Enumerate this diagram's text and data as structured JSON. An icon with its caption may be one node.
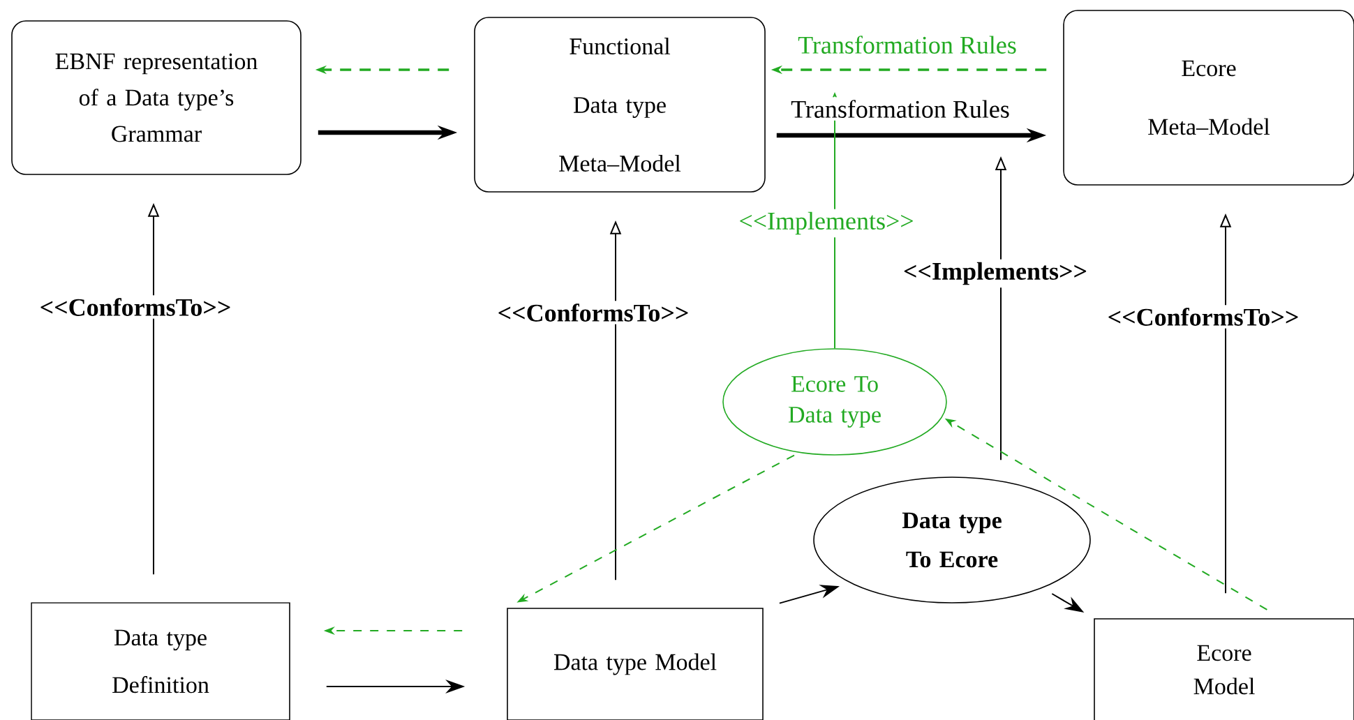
{
  "diagram": {
    "nodes": [
      {
        "text": [
          "EBNF representation of a Data type’s Grammar"
        ]
      },
      {
        "text": [
          "Functional Data type Meta–Model"
        ]
      },
      {
        "text": [
          "Ecore Meta–Model"
        ]
      },
      {
        "text": [
          "Ecore To Data type"
        ]
      },
      {
        "text": [
          "Data type To Ecore"
        ]
      },
      {
        "text": [
          "Data type Definition"
        ]
      },
      {
        "text": [
          "Data type Model"
        ]
      },
      {
        "text": [
          "Ecore Model"
        ]
      }
    ],
    "edges": [
      {
        "from": 1,
        "to": 0,
        "arrow": "to",
        "style": "dashed",
        "color": "#22aa22"
      },
      {
        "from": 0,
        "to": 1,
        "arrow": "to",
        "style": "thick"
      },
      {
        "from": 2,
        "to": 1,
        "arrow": "to",
        "style": "dashed",
        "color": "#22aa22",
        "label": "Transformation  Rules"
      },
      {
        "from": 1,
        "to": 2,
        "arrow": "to",
        "style": "thick",
        "label": "Transformation Rules"
      },
      {
        "from": 5,
        "to": 0,
        "arrow": "to",
        "label": "<<ConformsTo>>"
      },
      {
        "from": 6,
        "to": 1,
        "arrow": "to",
        "label": "<<ConformsTo>>"
      },
      {
        "from": 7,
        "to": 2,
        "arrow": "to",
        "label": "<<ConformsTo>>"
      },
      {
        "from": 3,
        "to": null,
        "arrow": "to",
        "color": "#22aa22",
        "label": "<<Implements>>"
      },
      {
        "from": 4,
        "to": null,
        "arrow": "to",
        "label": "<<Implements>>"
      },
      {
        "from": 3,
        "to": 6,
        "arrow": "to",
        "style": "dashed",
        "color": "#22aa22"
      },
      {
        "from": 7,
        "to": 3,
        "arrow": "to",
        "style": "dashed",
        "color": "#22aa22"
      },
      {
        "from": 6,
        "to": 5,
        "arrow": "to",
        "style": "dashed",
        "color": "#22aa22"
      },
      {
        "from": 5,
        "to": 6,
        "arrow": "to"
      },
      {
        "from": 6,
        "to": 4,
        "arrow": "to"
      },
      {
        "from": 4,
        "to": 7,
        "arrow": "to"
      }
    ]
  }
}
